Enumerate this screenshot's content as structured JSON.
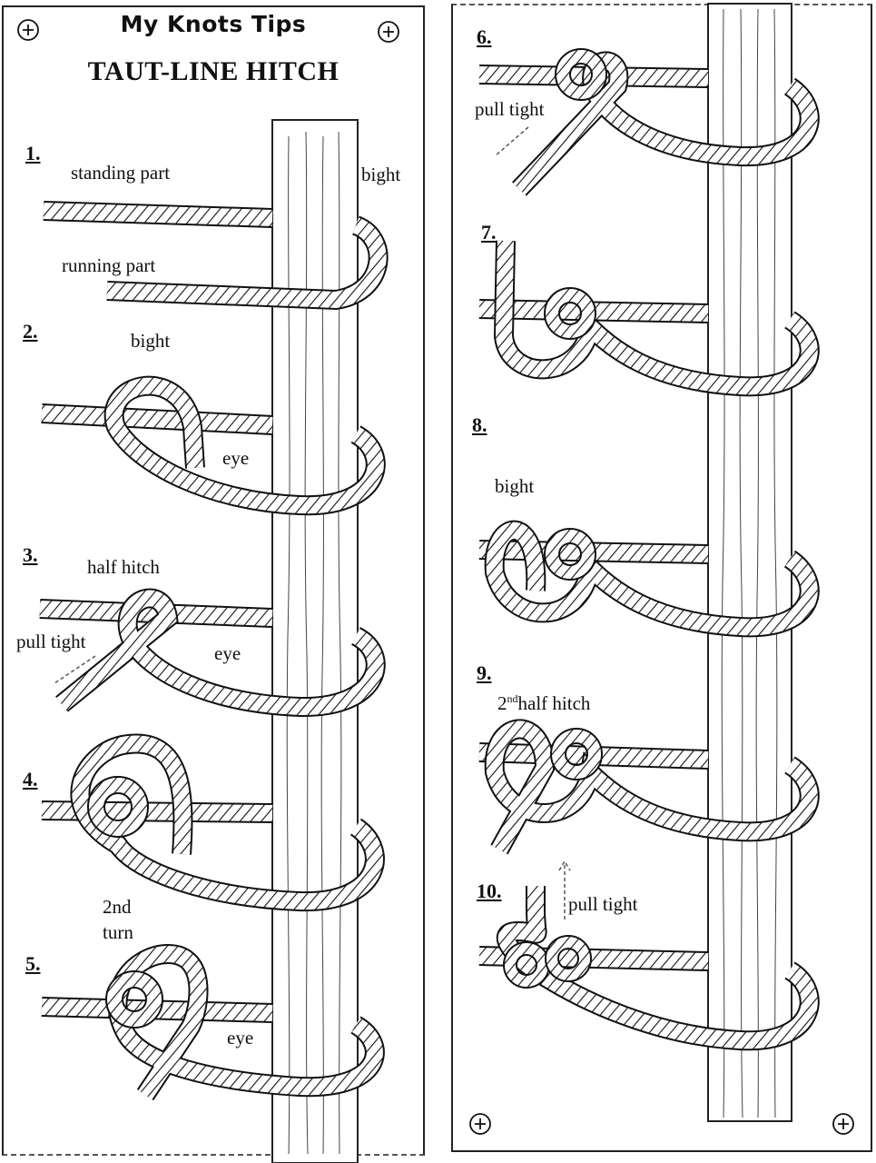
{
  "brand": "My Knots Tips",
  "title": "TAUT-LINE HITCH",
  "steps": [
    {
      "number": "1.",
      "labels": [
        "standing part",
        "bight",
        "running part"
      ]
    },
    {
      "number": "2.",
      "labels": [
        "bight",
        "eye"
      ]
    },
    {
      "number": "3.",
      "labels": [
        "half hitch",
        "pull tight",
        "eye"
      ]
    },
    {
      "number": "4.",
      "labels": []
    },
    {
      "number": "5.",
      "labels": [
        "2nd",
        "turn",
        "eye"
      ]
    },
    {
      "number": "6.",
      "labels": [
        "pull tight"
      ]
    },
    {
      "number": "7.",
      "labels": []
    },
    {
      "number": "8.",
      "labels": [
        "bight"
      ]
    },
    {
      "number": "9.",
      "labels": [
        "half hitch"
      ],
      "prefix": "2",
      "prefix_sup": "nd"
    },
    {
      "number": "10.",
      "labels": [
        "pull tight"
      ]
    }
  ],
  "icons": [
    "plus-circle-icon"
  ]
}
